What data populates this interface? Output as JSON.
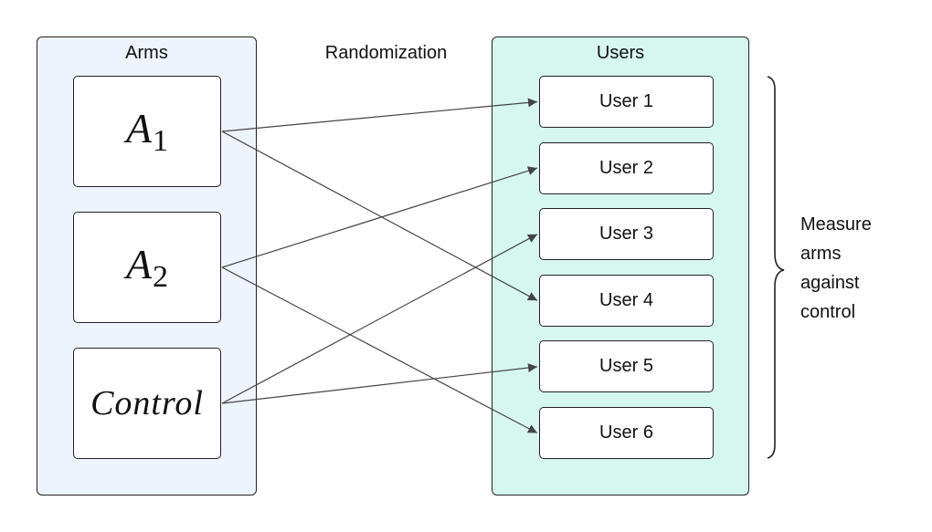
{
  "headings": {
    "arms": "Arms",
    "randomization": "Randomization",
    "users": "Users"
  },
  "arms": [
    {
      "base": "A",
      "sub": "1"
    },
    {
      "base": "A",
      "sub": "2"
    },
    {
      "base": "Control",
      "sub": ""
    }
  ],
  "users": [
    "User 1",
    "User 2",
    "User 3",
    "User 4",
    "User 5",
    "User 6"
  ],
  "assignments": [
    {
      "arm": 0,
      "user": 0
    },
    {
      "arm": 0,
      "user": 3
    },
    {
      "arm": 1,
      "user": 1
    },
    {
      "arm": 1,
      "user": 5
    },
    {
      "arm": 2,
      "user": 2
    },
    {
      "arm": 2,
      "user": 4
    }
  ],
  "brace_label": [
    "Measure",
    "arms",
    "against",
    "control"
  ],
  "colors": {
    "arms_panel": "#edf4fd",
    "users_panel": "#d6f7f0",
    "line": "#444444"
  }
}
